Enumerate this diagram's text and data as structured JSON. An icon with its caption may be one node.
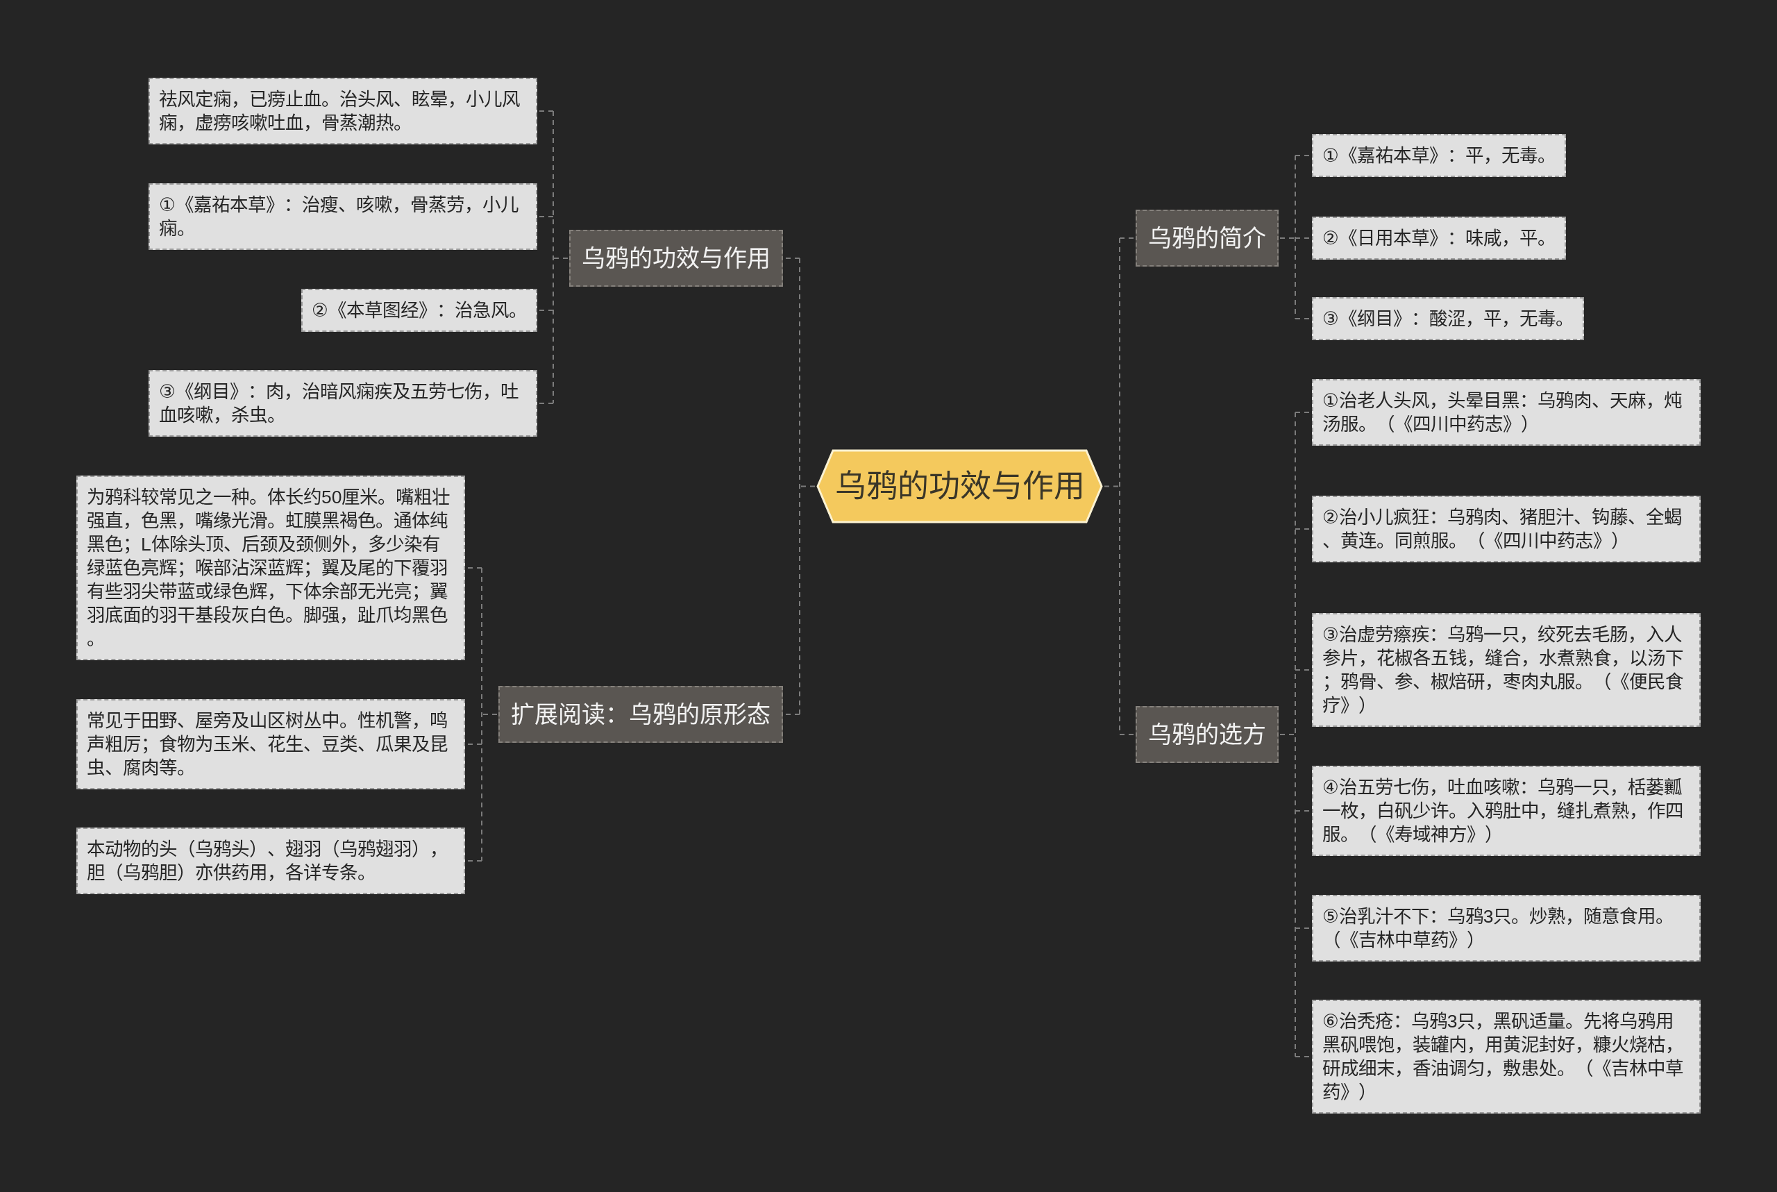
{
  "diagram": {
    "nodes": [
      {
        "text": [
          "乌鸦的功效与作用"
        ]
      },
      {
        "text": [
          "乌鸦的功效与作用"
        ]
      },
      {
        "text": [
          "祛风定痫，已痨止血。治头风、眩晕，小儿风痫，虚痨咳嗽吐血，骨蒸潮热。"
        ]
      },
      {
        "text": [
          "①《嘉祐本草》：治瘦、咳嗽，骨蒸劳，小儿痫。"
        ]
      },
      {
        "text": [
          "②《本草图经》：治急风。"
        ]
      },
      {
        "text": [
          "③《纲目》：肉，治暗风痫疾及五劳七伤，吐血咳嗽，杀虫。"
        ]
      },
      {
        "text": [
          "扩展阅读：乌鸦的原形态"
        ]
      },
      {
        "text": [
          "为鸦科较常见之一种。体长约50厘米。嘴粗壮强直，色黑，嘴缘光滑。虹膜黑褐色。通体纯黑色；L体除头顶、后颈及颈侧外，多少染有绿蓝色亮辉；喉部沾深蓝辉；翼及尾的下覆羽有些羽尖带蓝或绿色辉，下体余部无光亮；翼羽底面的羽干基段灰白色。脚强，趾爪均黑色。"
        ]
      },
      {
        "text": [
          "常见于田野、屋旁及山区树丛中。性机警，鸣声粗厉；食物为玉米、花生、豆类、瓜果及昆虫、腐肉等。"
        ]
      },
      {
        "text": [
          "本动物的头（乌鸦头）、翅羽（乌鸦翅羽），胆（乌鸦胆）亦供药用，各详专条。"
        ]
      },
      {
        "text": [
          "乌鸦的简介"
        ]
      },
      {
        "text": [
          "①《嘉祐本草》：平，无毒。"
        ]
      },
      {
        "text": [
          "②《日用本草》：味咸，平。"
        ]
      },
      {
        "text": [
          "③《纲目》：酸涩，平，无毒。"
        ]
      },
      {
        "text": [
          "乌鸦的选方"
        ]
      },
      {
        "text": [
          "①治老人头风，头晕目黑：乌鸦肉、天麻，炖汤服。（《四川中药志》）"
        ]
      },
      {
        "text": [
          "②治小儿疯狂：乌鸦肉、猪胆汁、钩藤、全蝎、黄连。同煎服。（《四川中药志》）"
        ]
      },
      {
        "text": [
          "③治虚劳瘵疾：乌鸦一只，绞死去毛肠，入人参片，花椒各五钱，缝合，水煮熟食，以汤下；鸦骨、参、椒焙研，枣肉丸服。（《便民食疗》）"
        ]
      },
      {
        "text": [
          "④治五劳七伤，吐血咳嗽：乌鸦一只，栝蒌瓤一枚，白矾少许。入鸦肚中，缝扎煮熟，作四服。（《寿域神方》）"
        ]
      },
      {
        "text": [
          "⑤治乳汁不下：乌鸦3只。炒熟，随意食用。（《吉林中草药》）"
        ]
      },
      {
        "text": [
          "⑥治秃疮：乌鸦3只，黑矾适量。先将乌鸦用黑矾喂饱，装罐内，用黄泥封好，糠火烧枯，研成细末，香油调匀，敷患处。（《吉林中草药》）"
        ]
      }
    ],
    "edges": [
      {
        "from": 0,
        "to": 1,
        "arrow": "none"
      },
      {
        "from": 1,
        "to": 2,
        "arrow": "none"
      },
      {
        "from": 1,
        "to": 3,
        "arrow": "none"
      },
      {
        "from": 1,
        "to": 4,
        "arrow": "none"
      },
      {
        "from": 1,
        "to": 5,
        "arrow": "none"
      },
      {
        "from": 0,
        "to": 6,
        "arrow": "none"
      },
      {
        "from": 6,
        "to": 7,
        "arrow": "none"
      },
      {
        "from": 6,
        "to": 8,
        "arrow": "none"
      },
      {
        "from": 6,
        "to": 9,
        "arrow": "none"
      },
      {
        "from": 0,
        "to": 10,
        "arrow": "none"
      },
      {
        "from": 10,
        "to": 11,
        "arrow": "none"
      },
      {
        "from": 10,
        "to": 12,
        "arrow": "none"
      },
      {
        "from": 10,
        "to": 13,
        "arrow": "none"
      },
      {
        "from": 0,
        "to": 14,
        "arrow": "none"
      },
      {
        "from": 14,
        "to": 15,
        "arrow": "none"
      },
      {
        "from": 14,
        "to": 16,
        "arrow": "none"
      },
      {
        "from": 14,
        "to": 17,
        "arrow": "none"
      },
      {
        "from": 14,
        "to": 18,
        "arrow": "none"
      },
      {
        "from": 14,
        "to": 19,
        "arrow": "none"
      },
      {
        "from": 14,
        "to": 20,
        "arrow": "none"
      }
    ]
  }
}
